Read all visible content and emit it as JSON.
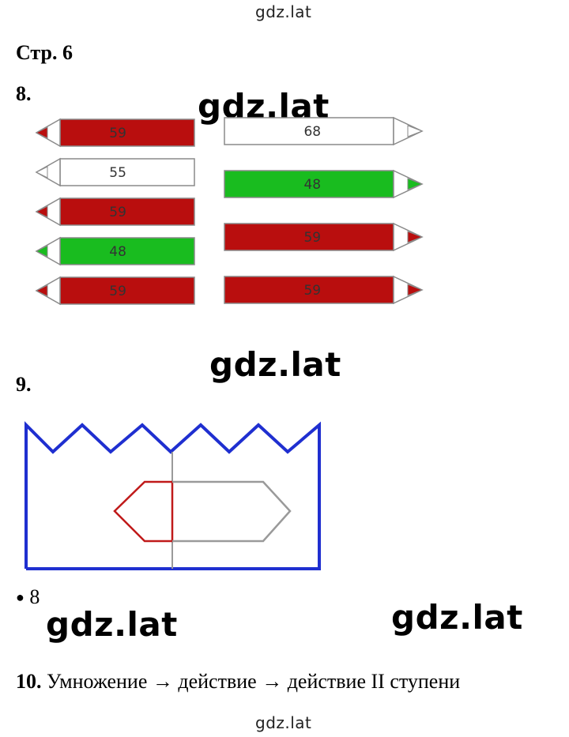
{
  "watermark_text": "gdz.lat",
  "page_title": "Стр. 6",
  "task8": {
    "number": "8.",
    "colors": {
      "red": "#b90e0e",
      "green": "#19bc1f",
      "white": "#ffffff",
      "outline": "#8a8a8a"
    },
    "left_pencils": [
      {
        "label": "59",
        "color": "red"
      },
      {
        "label": "55",
        "color": "white"
      },
      {
        "label": "59",
        "color": "red"
      },
      {
        "label": "48",
        "color": "green"
      },
      {
        "label": "59",
        "color": "red"
      }
    ],
    "right_pencils": [
      {
        "label": "68",
        "color": "white"
      },
      {
        "label": "48",
        "color": "green"
      },
      {
        "label": "59",
        "color": "red"
      },
      {
        "label": "59",
        "color": "red"
      }
    ]
  },
  "task9": {
    "number": "9.",
    "colors": {
      "frame": "#1f2fd0",
      "red": "#c01a1a",
      "grey": "#9a9a9a"
    },
    "bullet": "●",
    "answer_value": "8"
  },
  "task10": {
    "number": "10.",
    "text": "Умножение → действие → действие II ступени"
  }
}
